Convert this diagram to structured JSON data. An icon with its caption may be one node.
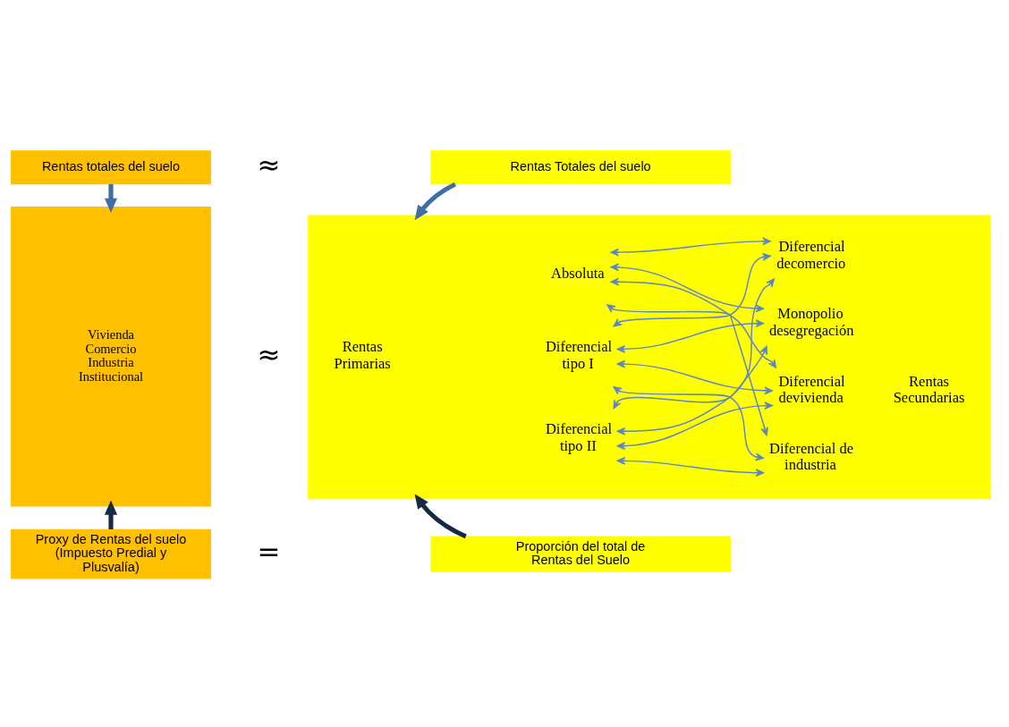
{
  "diagram": {
    "nodes": [
      {
        "text": [
          "Rentas totales del suelo"
        ]
      },
      {
        "text": [
          "Rentas Totales del suelo"
        ]
      },
      {
        "text": [
          "Vivienda",
          "Comercio",
          "Industria",
          "Institucional"
        ]
      },
      {
        "text": [],
        "shape": "box"
      },
      {
        "text": [
          "Diferencial decomercio"
        ],
        "in": 3
      },
      {
        "text": [
          "Absoluta"
        ],
        "in": 3
      },
      {
        "text": [
          "Monopolio desegregación"
        ],
        "in": 3
      },
      {
        "text": [
          "Diferencial tipo I"
        ],
        "in": 3
      },
      {
        "text": [
          "Diferencial devivienda"
        ],
        "in": 3
      },
      {
        "text": [
          "Diferencial tipo II"
        ],
        "in": 3
      },
      {
        "text": [
          "Diferencial de industria"
        ],
        "in": 3
      },
      {
        "text": [
          "Proxy de Rentas del suelo (Impuesto Predial y Plusvalía)"
        ]
      },
      {
        "text": [
          "Proporción del total de Rentas del Suelo"
        ]
      }
    ],
    "edges": [
      {
        "from": 0,
        "to": 2,
        "arrow": "to",
        "style": "thick",
        "color": "#3f6ea5"
      },
      {
        "from": 1,
        "to": 3,
        "arrow": "to",
        "style": "thick",
        "color": "#3f6ea5"
      },
      {
        "from": 11,
        "to": 2,
        "arrow": "to",
        "style": "thick",
        "color": "#152a45"
      },
      {
        "from": 12,
        "to": 3,
        "arrow": "to",
        "style": "thick",
        "color": "#152a45"
      },
      {
        "from": 5,
        "to": 4,
        "arrow": "both"
      },
      {
        "from": 5,
        "to": 6,
        "arrow": "both"
      },
      {
        "from": 5,
        "to": 8,
        "arrow": "both"
      },
      {
        "from": 5,
        "to": 10,
        "arrow": "both"
      },
      {
        "from": 7,
        "to": 4,
        "arrow": "both"
      },
      {
        "from": 7,
        "to": 6,
        "arrow": "both"
      },
      {
        "from": 7,
        "to": 8,
        "arrow": "both"
      },
      {
        "from": 7,
        "to": 10,
        "arrow": "both"
      },
      {
        "from": 9,
        "to": 4,
        "arrow": "both"
      },
      {
        "from": 9,
        "to": 6,
        "arrow": "both"
      },
      {
        "from": 9,
        "to": 8,
        "arrow": "both"
      },
      {
        "from": 9,
        "to": 10,
        "arrow": "both"
      }
    ],
    "labels": [
      "≈",
      "≈",
      "=",
      "Rentas Primarias",
      "Rentas Secundarias"
    ]
  }
}
